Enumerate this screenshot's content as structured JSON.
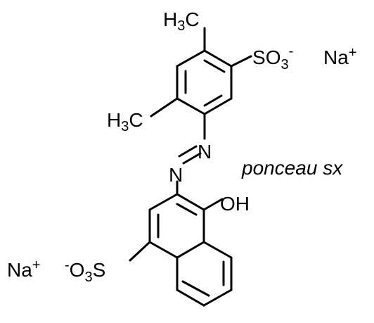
{
  "labels": {
    "methyl_top": "H3C",
    "methyl_left": "H3C",
    "sulfonate_top": "SO3",
    "sulfonate_top_charge": "-",
    "sodium_top": "Na",
    "sodium_top_charge": "+",
    "azo_n1": "N",
    "azo_n2": "N",
    "hydroxyl": "OH",
    "sodium_bottom": "Na",
    "sodium_bottom_charge": "+",
    "sulfonate_bottom_charge": "-",
    "sulfonate_bottom": "O3S",
    "compound_name": "ponceau sx"
  }
}
